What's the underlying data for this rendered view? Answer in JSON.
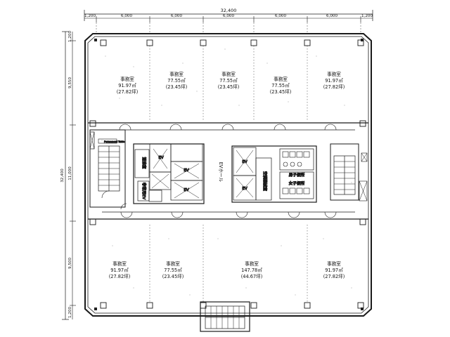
{
  "dimensions": {
    "top_total": "32,400",
    "top_segments": [
      "1,200",
      "6,000",
      "6,000",
      "6,000",
      "6,000",
      "6,000",
      "1,200"
    ],
    "left_total": "32,400",
    "left_segments": [
      "1,200",
      "9,550",
      "11,000",
      "9,500",
      "1,200"
    ]
  },
  "offices_top": [
    {
      "label": "事務室",
      "area": "91.97㎡",
      "tsubo": "(27.82坪)"
    },
    {
      "label": "事務室",
      "area": "77.55㎡",
      "tsubo": "(23.45坪)"
    },
    {
      "label": "事務室",
      "area": "77.55㎡",
      "tsubo": "(23.45坪)"
    },
    {
      "label": "事務室",
      "area": "77.55㎡",
      "tsubo": "(23.45坪)"
    },
    {
      "label": "事務室",
      "area": "91.97㎡",
      "tsubo": "(27.82坪)"
    }
  ],
  "offices_bottom": [
    {
      "label": "事務室",
      "area": "91.97㎡",
      "tsubo": "(27.82坪)"
    },
    {
      "label": "事務室",
      "area": "77.55㎡",
      "tsubo": "(23.45坪)"
    },
    {
      "label": "事務室",
      "area": "147.78㎡",
      "tsubo": "(44.67坪)"
    },
    {
      "label": "事務室",
      "area": "91.97㎡",
      "tsubo": "(27.82坪)"
    }
  ],
  "core": {
    "ev_hall": "EVホール",
    "shower": "湯沸室",
    "emergency_ev": "非常用EV",
    "air_room": "空調機械室",
    "ev_label": "EV",
    "wc_men": "男子便所",
    "wc_women": "女子便所",
    "annex": "Permanent Table"
  }
}
